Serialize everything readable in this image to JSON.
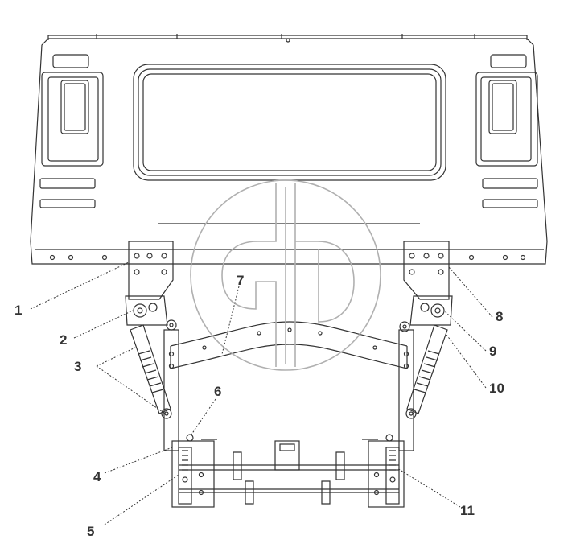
{
  "diagram": {
    "callouts": [
      {
        "id": "c1",
        "label": "1"
      },
      {
        "id": "c2",
        "label": "2"
      },
      {
        "id": "c3",
        "label": "3"
      },
      {
        "id": "c4",
        "label": "4"
      },
      {
        "id": "c5",
        "label": "5"
      },
      {
        "id": "c6",
        "label": "6"
      },
      {
        "id": "c7",
        "label": "7"
      },
      {
        "id": "c8",
        "label": "8"
      },
      {
        "id": "c9",
        "label": "9"
      },
      {
        "id": "c10",
        "label": "10"
      },
      {
        "id": "c11",
        "label": "11"
      }
    ]
  },
  "colors": {
    "line": "#333333",
    "watermark": "#b0b0b0",
    "background": "#ffffff"
  }
}
